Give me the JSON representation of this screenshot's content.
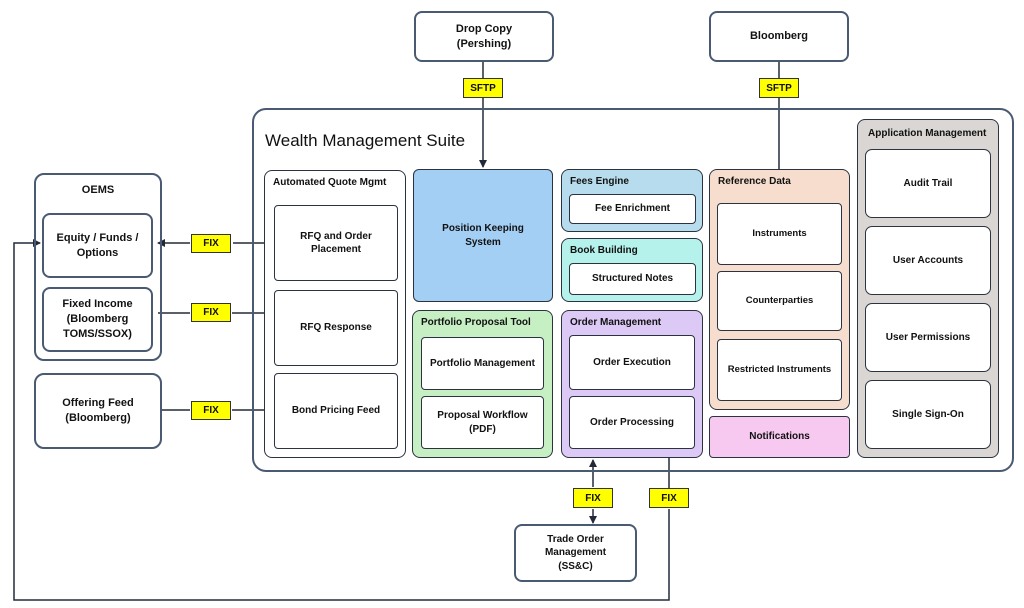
{
  "top": {
    "drop_copy": "Drop Copy\n(Pershing)",
    "bloomberg": "Bloomberg",
    "sftp_left": "SFTP",
    "sftp_right": "SFTP"
  },
  "suite": {
    "title": "Wealth Management Suite"
  },
  "oems": {
    "title": "OEMS",
    "equity": "Equity / Funds /\nOptions",
    "fixed_income": "Fixed Income\n(Bloomberg\nTOMS/SSOX)"
  },
  "offering_feed": "Offering Feed\n(Bloomberg)",
  "fix_labels": [
    "FIX",
    "FIX",
    "FIX",
    "FIX",
    "FIX"
  ],
  "aqm": {
    "title": "Automated Quote Mgmt",
    "items": [
      "RFQ and Order\nPlacement",
      "RFQ Response",
      "Bond Pricing Feed"
    ]
  },
  "position_keeping": "Position Keeping\nSystem",
  "fees": {
    "title": "Fees Engine",
    "item": "Fee Enrichment"
  },
  "book": {
    "title": "Book Building",
    "item": "Structured Notes"
  },
  "ppt": {
    "title": "Portfolio Proposal Tool",
    "items": [
      "Portfolio Management",
      "Proposal Workflow\n(PDF)"
    ]
  },
  "om": {
    "title": "Order Management",
    "items": [
      "Order Execution",
      "Order Processing"
    ]
  },
  "ref": {
    "title": "Reference Data",
    "items": [
      "Instruments",
      "Counterparties",
      "Restricted Instruments"
    ]
  },
  "notifications": "Notifications",
  "app": {
    "title": "Application Management",
    "items": [
      "Audit Trail",
      "User Accounts",
      "User Permissions",
      "Single Sign-On"
    ]
  },
  "trade_order": "Trade Order\nManagement\n(SS&C)",
  "colors": {
    "position_keeping": "#a4cff5",
    "fees": "#b7dced",
    "book": "#b6f2ec",
    "ppt": "#c6efc3",
    "om": "#dcc9f6",
    "ref": "#f7ddce",
    "notifications": "#f7c9f0",
    "app": "#d9d6d3",
    "fix": "#ffff00"
  }
}
